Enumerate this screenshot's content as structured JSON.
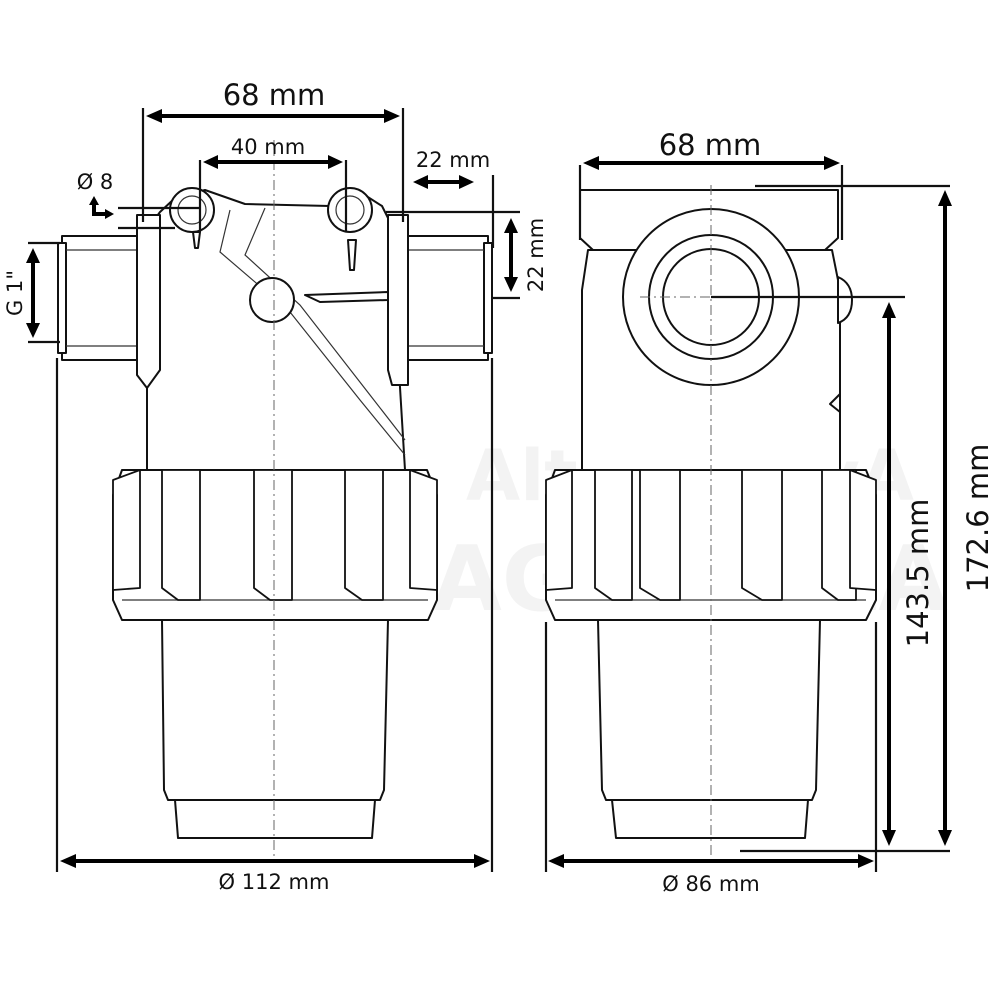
{
  "dimensions": {
    "front_width": "68 mm",
    "port_spacing": "40 mm",
    "port_offset": "22 mm",
    "port_height": "22 mm",
    "small_port_diameter": "Ø 8",
    "thread": "G 1\"",
    "front_body_diameter": "Ø 112 mm",
    "side_width": "68 mm",
    "side_total_height": "172.6 mm",
    "side_inlet_height": "143.5 mm",
    "side_body_diameter": "Ø 86 mm"
  },
  "watermark": {
    "line1": "AlternativA",
    "line2": "AGRICOLA"
  },
  "colors": {
    "line": "#111111",
    "watermark": "#f3f3f3"
  }
}
